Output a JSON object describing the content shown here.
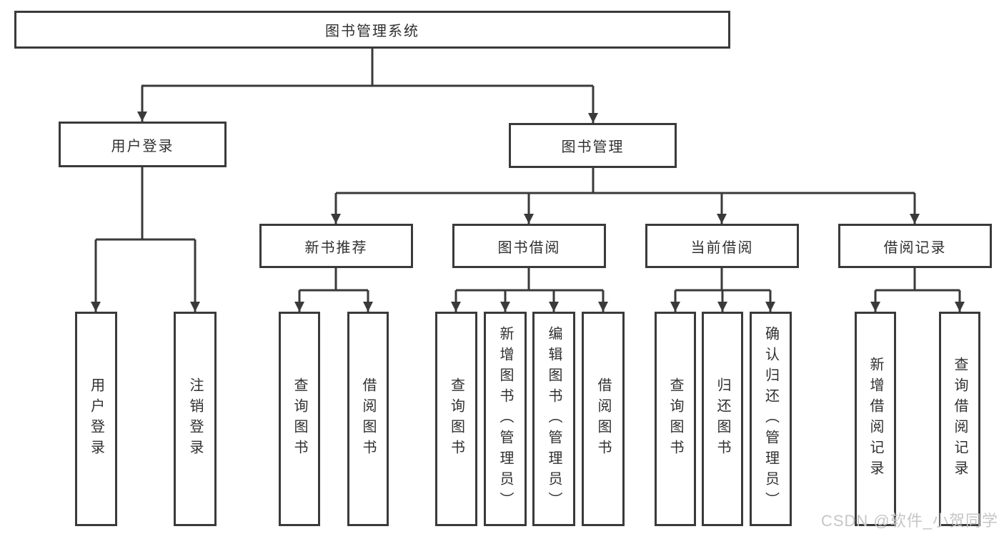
{
  "tree": {
    "root": {
      "label": "图书管理系统"
    },
    "branches": [
      {
        "label": "用户登录",
        "leaves": [
          {
            "label": "用户登录"
          },
          {
            "label": "注销登录"
          }
        ]
      },
      {
        "label": "图书管理",
        "groups": [
          {
            "label": "新书推荐",
            "leaves": [
              {
                "label": "查询图书"
              },
              {
                "label": "借阅图书"
              }
            ]
          },
          {
            "label": "图书借阅",
            "leaves": [
              {
                "label": "查询图书"
              },
              {
                "label": "新增图书（管理员）"
              },
              {
                "label": "编辑图书（管理员）"
              },
              {
                "label": "借阅图书"
              }
            ]
          },
          {
            "label": "当前借阅",
            "leaves": [
              {
                "label": "查询图书"
              },
              {
                "label": "归还图书"
              },
              {
                "label": "确认归还（管理员）"
              }
            ]
          },
          {
            "label": "借阅记录",
            "leaves": [
              {
                "label": "新增借阅记录"
              },
              {
                "label": "查询借阅记录"
              }
            ]
          }
        ]
      }
    ]
  },
  "watermark": "CSDN @软件_小贺同学",
  "colors": {
    "line": "#3a3a3a",
    "box_border": "#3a3a3a",
    "box_fill": "#ffffff",
    "text": "#303030",
    "watermark": "#c6c6c6"
  }
}
